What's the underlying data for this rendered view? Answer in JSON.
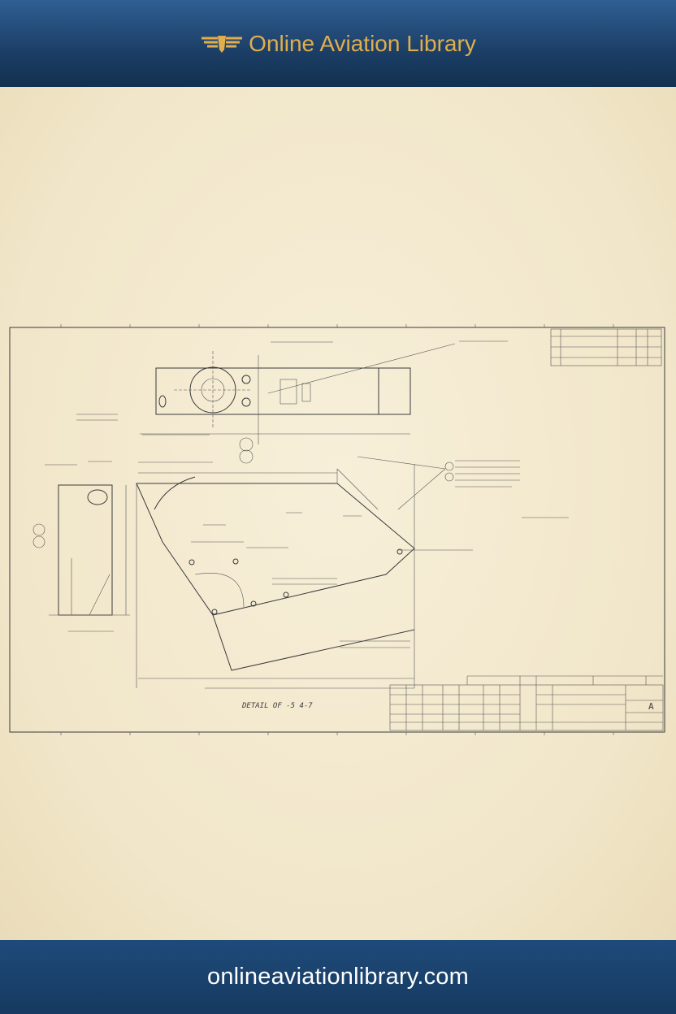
{
  "header": {
    "site_name": "Online Aviation Library",
    "logo_icon": "winged-emblem-icon"
  },
  "drawing": {
    "caption": "DETAIL OF -5 4-7",
    "title_block": {
      "revision": "A"
    }
  },
  "footer": {
    "url": "onlineaviationlibrary.com"
  },
  "colors": {
    "header_bg": "#1c3e66",
    "brand_gold": "#e0ae4c",
    "paper": "#f3ead2",
    "ink": "#3a3a3a"
  }
}
